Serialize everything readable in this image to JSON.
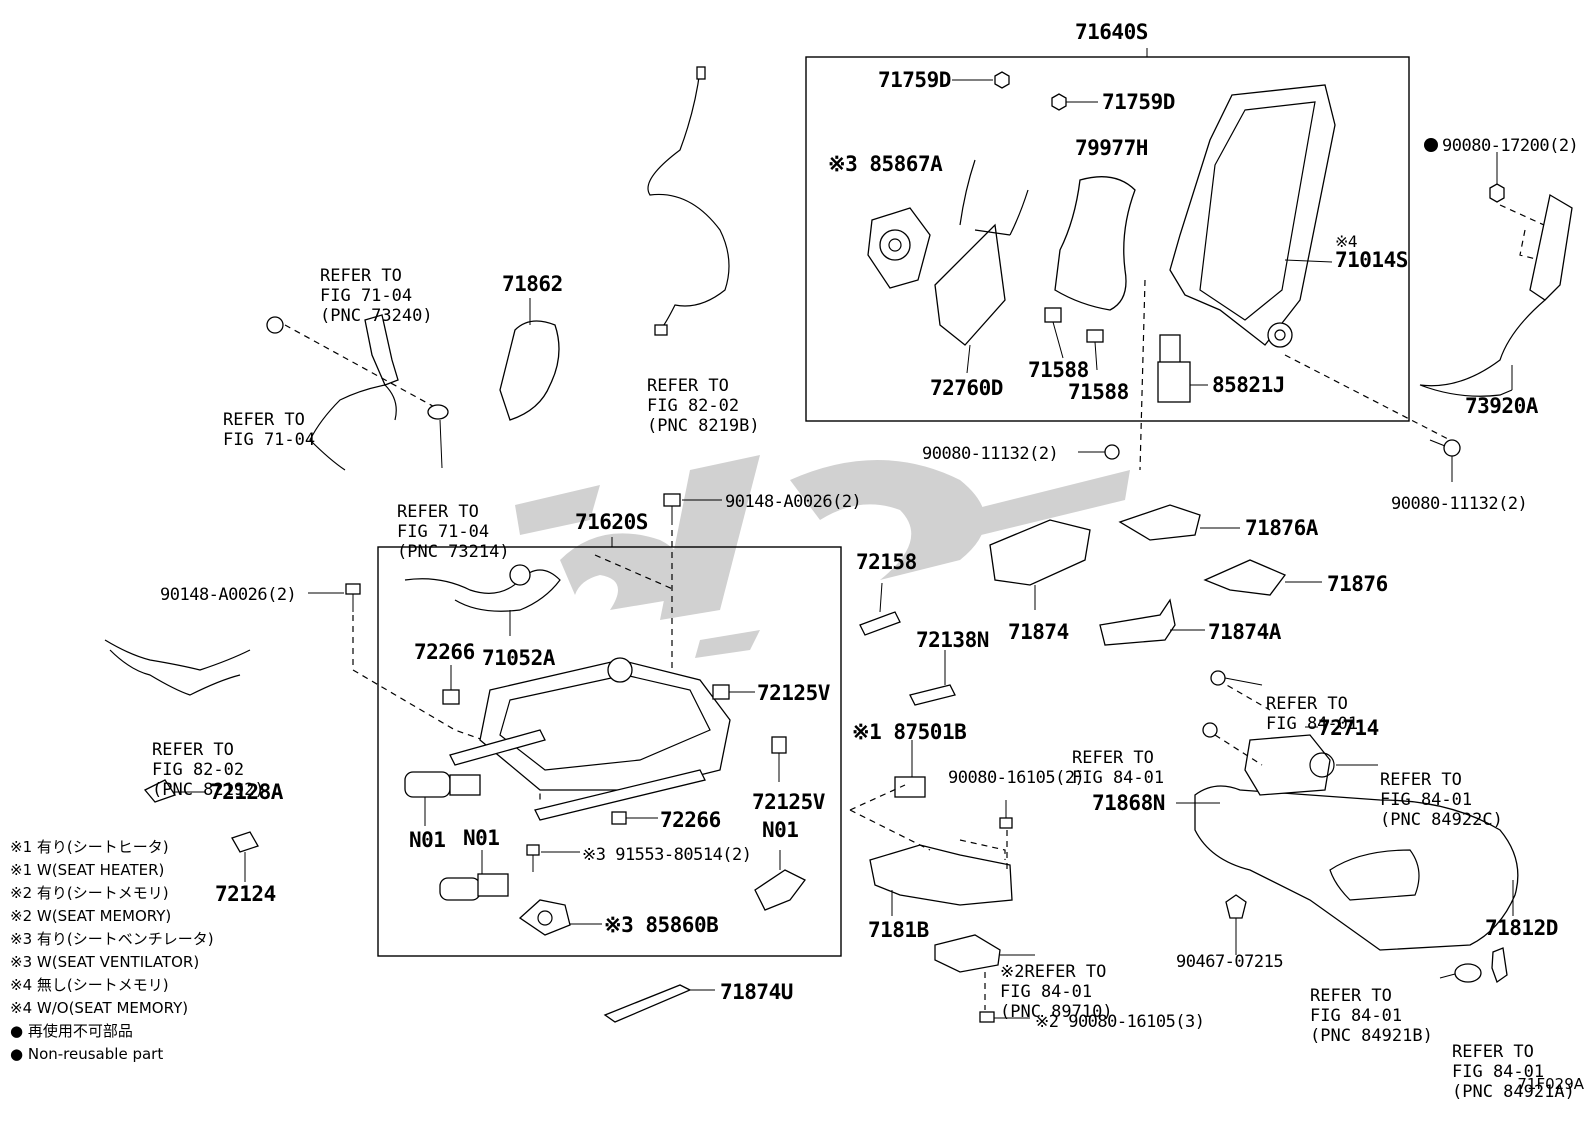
{
  "diagram": {
    "figure_code": "71F029A",
    "parts": {
      "p71640S": "71640S",
      "p71759D_a": "71759D",
      "p71759D_b": "71759D",
      "p85867A": "※3 85867A",
      "p79977H": "79977H",
      "p71014S_note": "※4",
      "p71014S": "71014S",
      "p72760D": "72760D",
      "p71588_a": "71588",
      "p71588_b": "71588",
      "p85821J": "85821J",
      "p90080_17200": "90080-17200(2)",
      "p73920A": "73920A",
      "p90080_11132_a": "90080-11132(2)",
      "p90080_11132_b": "90080-11132(2)",
      "p71862": "71862",
      "p90148_top": "90148-A0026(2)",
      "p71620S": "71620S",
      "p90148_left": "90148-A0026(2)",
      "p72266_a": "72266",
      "p71052A": "71052A",
      "p72125V_a": "72125V",
      "p72125V_b": "72125V",
      "p72266_b": "72266",
      "pN01_a": "N01",
      "pN01_b": "N01",
      "pN01_c": "N01",
      "p91553": "※3 91553-80514(2)",
      "p85860B": "※3 85860B",
      "p72158": "72158",
      "p71874": "71874",
      "p71876A": "71876A",
      "p71876": "71876",
      "p71874A": "71874A",
      "p72138N": "72138N",
      "p87501B": "※1 87501B",
      "p90080_16105_2": "90080-16105(2)",
      "p7181B": "7181B",
      "p72714": "72714",
      "p71868N": "71868N",
      "p71812D": "71812D",
      "p90467": "90467-07215",
      "p90080_16105_3": "※2 90080-16105(3)",
      "p72128A": "72128A",
      "p72124": "72124",
      "p71874U": "71874U"
    },
    "refers": {
      "r73240": [
        "REFER TO",
        "FIG 71-04",
        "(PNC 73240)"
      ],
      "r7104": [
        "REFER TO",
        "FIG 71-04"
      ],
      "r73214": [
        "REFER TO",
        "FIG 71-04",
        "(PNC 73214)"
      ],
      "r8219B": [
        "REFER TO",
        "FIG 82-02",
        "(PNC 8219B)"
      ],
      "r82192": [
        "REFER TO",
        "FIG 82-02",
        "(PNC 82192)"
      ],
      "r8401_a": [
        "REFER TO",
        "FIG 84-01"
      ],
      "r8401_b": [
        "REFER TO",
        "FIG 84-01"
      ],
      "r84922C": [
        "REFER TO",
        "FIG 84-01",
        "(PNC 84922C)"
      ],
      "r89710": [
        "※2REFER TO",
        "FIG 84-01",
        "(PNC 89710)"
      ],
      "r84921B": [
        "REFER TO",
        "FIG 84-01",
        "(PNC 84921B)"
      ],
      "r84921A": [
        "REFER TO",
        "FIG 84-01",
        "(PNC 84921A)"
      ]
    },
    "legend": [
      "※1 有り(シートヒータ)",
      "※1 W(SEAT HEATER)",
      "※2 有り(シートメモリ)",
      "※2 W(SEAT MEMORY)",
      "※3 有り(シートベンチレータ)",
      "※3 W(SEAT VENTILATOR)",
      "※4 無し(シートメモリ)",
      "※4 W/O(SEAT MEMORY)",
      "● 再使用不可部品",
      "● Non-reusable part"
    ]
  }
}
